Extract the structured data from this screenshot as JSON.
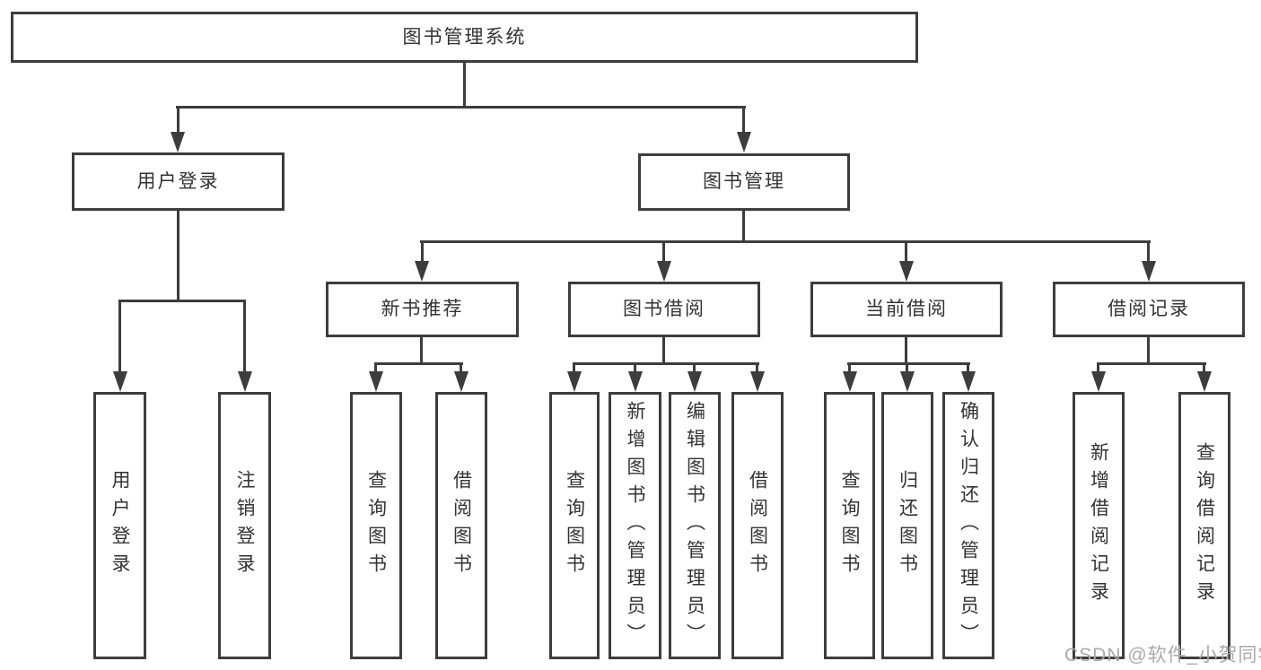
{
  "diagram": {
    "title": "图书管理系统",
    "level2": [
      {
        "label": "用户登录"
      },
      {
        "label": "图书管理"
      }
    ],
    "level3": [
      {
        "label": "新书推荐"
      },
      {
        "label": "图书借阅"
      },
      {
        "label": "当前借阅"
      },
      {
        "label": "借阅记录"
      }
    ],
    "leaves": {
      "user_login": [
        "用户登录",
        "注销登录"
      ],
      "new_books": [
        "查询图书",
        "借阅图书"
      ],
      "book_borrow": [
        "查询图书",
        "新增图书（管理员）",
        "编辑图书（管理员）",
        "借阅图书"
      ],
      "current_borrow": [
        "查询图书",
        "归还图书",
        "确认归还（管理员）"
      ],
      "borrow_records": [
        "新增借阅记录",
        "查询借阅记录"
      ]
    }
  },
  "watermark": "CSDN @软件_小贺同学",
  "colors": {
    "line": "#3d3d3d",
    "text": "#333333",
    "watermark": "#aaaaaa",
    "background": "#ffffff"
  }
}
